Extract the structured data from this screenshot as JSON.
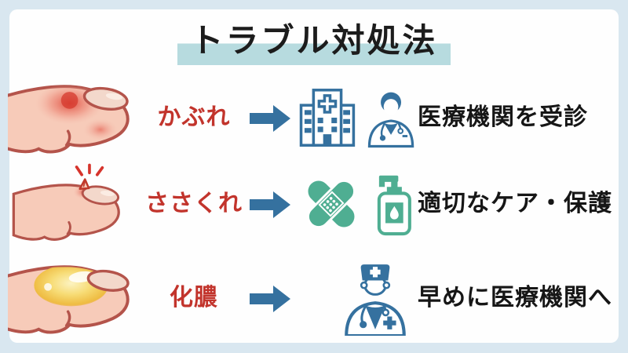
{
  "title": "トラブル対処法",
  "rows": [
    {
      "label": "かぶれ",
      "action": "医療機関を受診",
      "finger_illustration": "finger-with-rash",
      "icons": [
        "arrow-right-icon",
        "hospital-icon",
        "doctor-icon"
      ]
    },
    {
      "label": "ささくれ",
      "action": "適切なケア・保護",
      "finger_illustration": "finger-with-hangnail",
      "icons": [
        "arrow-right-icon",
        "bandage-icon",
        "pump-bottle-icon"
      ]
    },
    {
      "label": "化膿",
      "action": "早めに医療機関へ",
      "finger_illustration": "finger-with-pus",
      "icons": [
        "arrow-right-icon",
        "nurse-icon"
      ]
    }
  ],
  "colors": {
    "background": "#d9e7f0",
    "card": "#fefefe",
    "title_highlight": "#b7dbdf",
    "label_red": "#c2342c",
    "icon_blue": "#35719f",
    "icon_teal": "#4fae92",
    "skin": "#f7cbb9",
    "skin_outline": "#b4544b",
    "pus_yellow": "#f2cd55"
  }
}
